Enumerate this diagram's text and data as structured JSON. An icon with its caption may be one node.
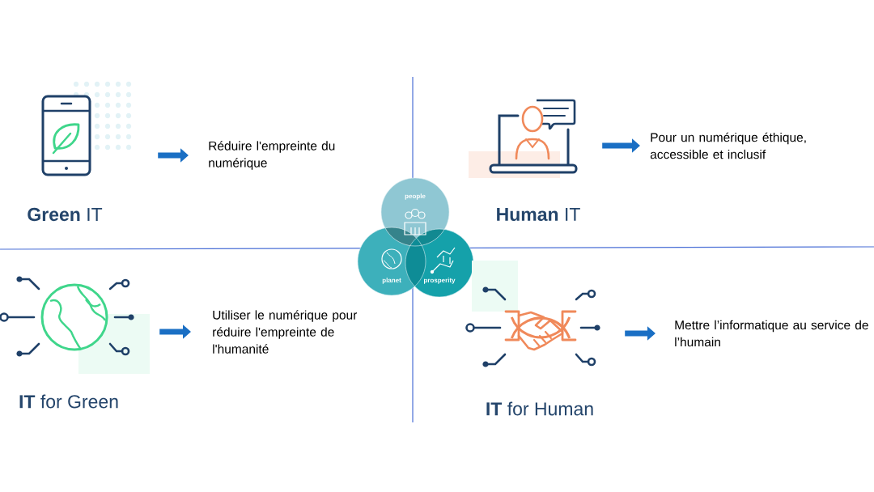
{
  "diagram": {
    "nodes": [
      {
        "text": [],
        "shape": "picture",
        "beside": [
          "**Green** IT"
        ]
      },
      {
        "text": [
          "Réduire l'empreinte du numérique"
        ]
      },
      {
        "text": [],
        "shape": "picture",
        "beside": [
          "**Human** IT"
        ]
      },
      {
        "text": [
          "Pour un numérique éthique, accessible et inclusif"
        ]
      },
      {
        "text": [
          "people"
        ]
      },
      {
        "text": [
          "planet"
        ]
      },
      {
        "text": [
          "prosperity"
        ]
      },
      {
        "text": [],
        "shape": "picture",
        "beside": [
          "**IT** for Green"
        ]
      },
      {
        "text": [
          "Utiliser le numérique pour réduire l'empreinte de l'humanité"
        ]
      },
      {
        "text": [],
        "shape": "picture",
        "beside": [
          "**IT** for Human"
        ]
      },
      {
        "text": [
          "Mettre l’informatique au service de l’humain"
        ]
      }
    ],
    "edges": [
      {
        "from": 0,
        "to": 1,
        "arrow": "to"
      },
      {
        "from": 2,
        "to": 3,
        "arrow": "to"
      },
      {
        "from": 7,
        "to": 8,
        "arrow": "to"
      },
      {
        "from": 9,
        "to": 10,
        "arrow": "to"
      }
    ]
  }
}
